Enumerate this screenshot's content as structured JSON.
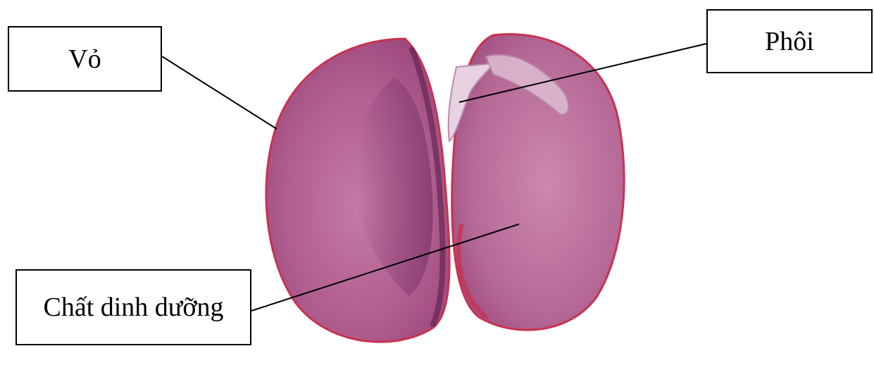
{
  "labels": {
    "shell": "Vỏ",
    "embryo": "Phôi",
    "nutrient": "Chất dinh dưỡng"
  },
  "colors": {
    "seed_main": "#b25a8e",
    "seed_light": "#d69bbf",
    "seed_dark": "#7a2e62",
    "seed_edge": "#c8334f",
    "leader_line": "#000000",
    "box_border": "#000000"
  }
}
